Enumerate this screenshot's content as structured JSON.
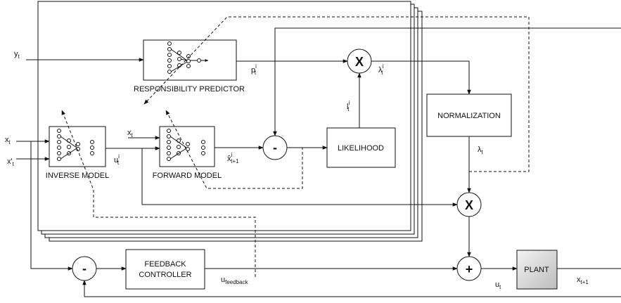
{
  "blocks": {
    "responsibility_predictor": "RESPONSIBILITY PREDICTOR",
    "inverse_model": "INVERSE MODEL",
    "forward_model": "FORWARD MODEL",
    "likelihood": "LIKELIHOOD",
    "normalization": "NORMALIZATION",
    "feedback_controller_line1": "FEEDBACK",
    "feedback_controller_line2": "CONTROLLER",
    "plant": "PLANT"
  },
  "operators": {
    "multiply": "X",
    "subtract": "-",
    "add": "+"
  },
  "signals": {
    "y_t": {
      "base": "y",
      "sub": "t"
    },
    "x_t_left": {
      "base": "x",
      "sub": "t"
    },
    "x_prime_t": {
      "base": "x'",
      "sub": "t"
    },
    "x_t_forward": {
      "base": "x",
      "sub": "t"
    },
    "u_i_t": {
      "base": "u",
      "sup": "i",
      "sub": "t"
    },
    "x_hat_i_t1": {
      "base": "x̂",
      "sup": "i",
      "sub": "t+1"
    },
    "p_i_t": {
      "base": "p",
      "sup": "i",
      "sub": "t"
    },
    "lambda_i_t": {
      "base": "λ",
      "sup": "i",
      "sub": "t"
    },
    "l_i_t": {
      "base": "l",
      "sup": "i",
      "sub": "t"
    },
    "lambda_t": {
      "base": "λ",
      "sub": "t"
    },
    "u_feedback": {
      "base": "u",
      "sub": "feedback"
    },
    "u_t": {
      "base": "u",
      "sub": "t"
    },
    "x_t1": {
      "base": "x",
      "sub": "t+1"
    }
  }
}
